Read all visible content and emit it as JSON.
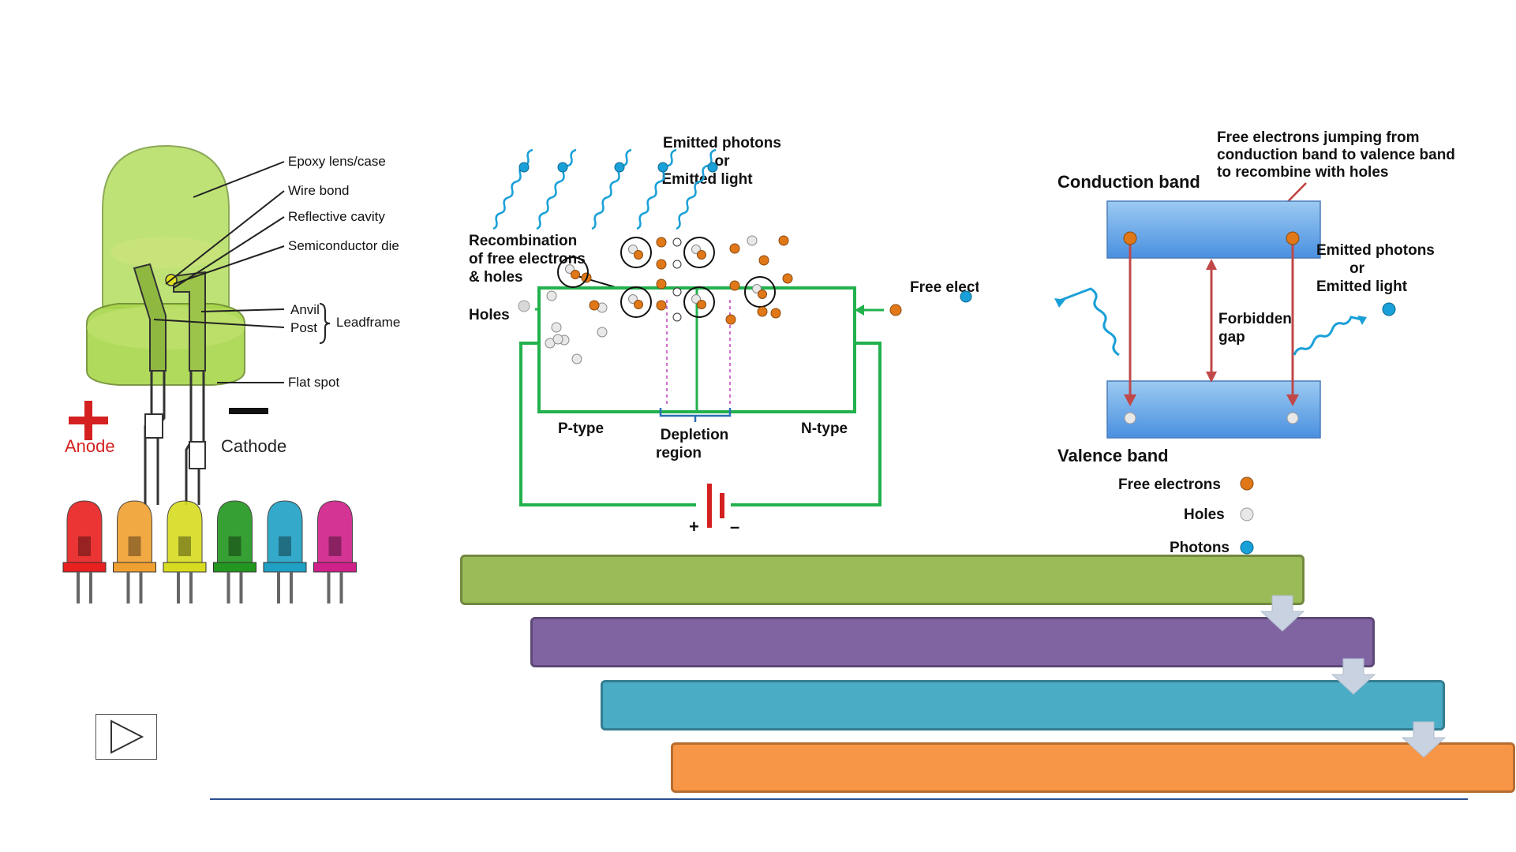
{
  "led": {
    "labels": [
      "Epoxy lens/case",
      "Wire bond",
      "Reflective cavity",
      "Semiconductor die",
      "Anvil",
      "Post",
      "Leadframe",
      "Flat spot"
    ],
    "anode": "Anode",
    "cathode": "Cathode",
    "plus": "+",
    "minus": "—",
    "led_colors": [
      "#e8201f",
      "#f0a030",
      "#d8dc20",
      "#22961f",
      "#1fa0c4",
      "#d0208a"
    ]
  },
  "pn": {
    "emitted_1": "Emitted photons",
    "emitted_2": "or",
    "emitted_3": "Emitted light",
    "recomb_1": "Recombination",
    "recomb_2": "of free electrons",
    "recomb_3": "& holes",
    "holes": "Holes",
    "free_electrons": "Free electrons",
    "p_type": "P-type",
    "n_type": "N-type",
    "depletion_1": "Depletion",
    "depletion_2": "region",
    "batt_plus": "+",
    "batt_minus": "–"
  },
  "band": {
    "jump_1": "Free electrons jumping from",
    "jump_2": "conduction band to valence band",
    "jump_3": "to recombine with holes",
    "conduction": "Conduction band",
    "valence": "Valence band",
    "forbidden_1": "Forbidden",
    "forbidden_2": "gap",
    "emitted_1": "Emitted photons",
    "emitted_2": "or",
    "emitted_3": "Emitted light"
  },
  "legend": {
    "electrons": "Free electrons",
    "holes": "Holes",
    "photons": "Photons"
  },
  "colors": {
    "bar1": "#9bbb59",
    "bar2": "#8064a2",
    "bar3": "#4bacc6",
    "bar4": "#f79646",
    "electron": "#e07818",
    "hole": "#d8d8d8",
    "photon": "#1aa0d8",
    "circuit": "#22b14c"
  },
  "icons": {
    "play": "play-icon"
  }
}
